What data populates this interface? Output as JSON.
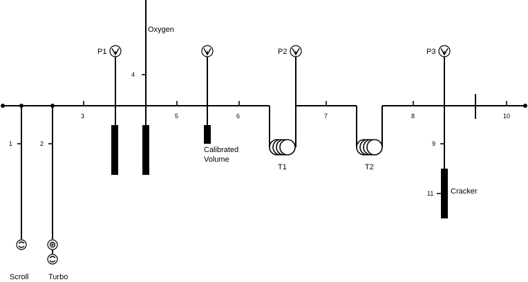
{
  "labels": {
    "oxygen": "Oxygen",
    "p1": "P1",
    "p2": "P2",
    "p3": "P3",
    "calibrated_line1": "Calibrated",
    "calibrated_line2": "Volume",
    "t1": "T1",
    "t2": "T2",
    "cracker": "Cracker",
    "scroll": "Scroll",
    "turbo": "Turbo"
  },
  "valves": [
    "1",
    "2",
    "3",
    "4",
    "5",
    "6",
    "7",
    "8",
    "9",
    "10",
    "11"
  ],
  "colors": {
    "line": "#000000",
    "background": "#ffffff"
  },
  "icons": [
    "pressure-gauge-icon",
    "scroll-pump-icon",
    "turbo-pump-icon",
    "cold-trap-coil-icon"
  ]
}
